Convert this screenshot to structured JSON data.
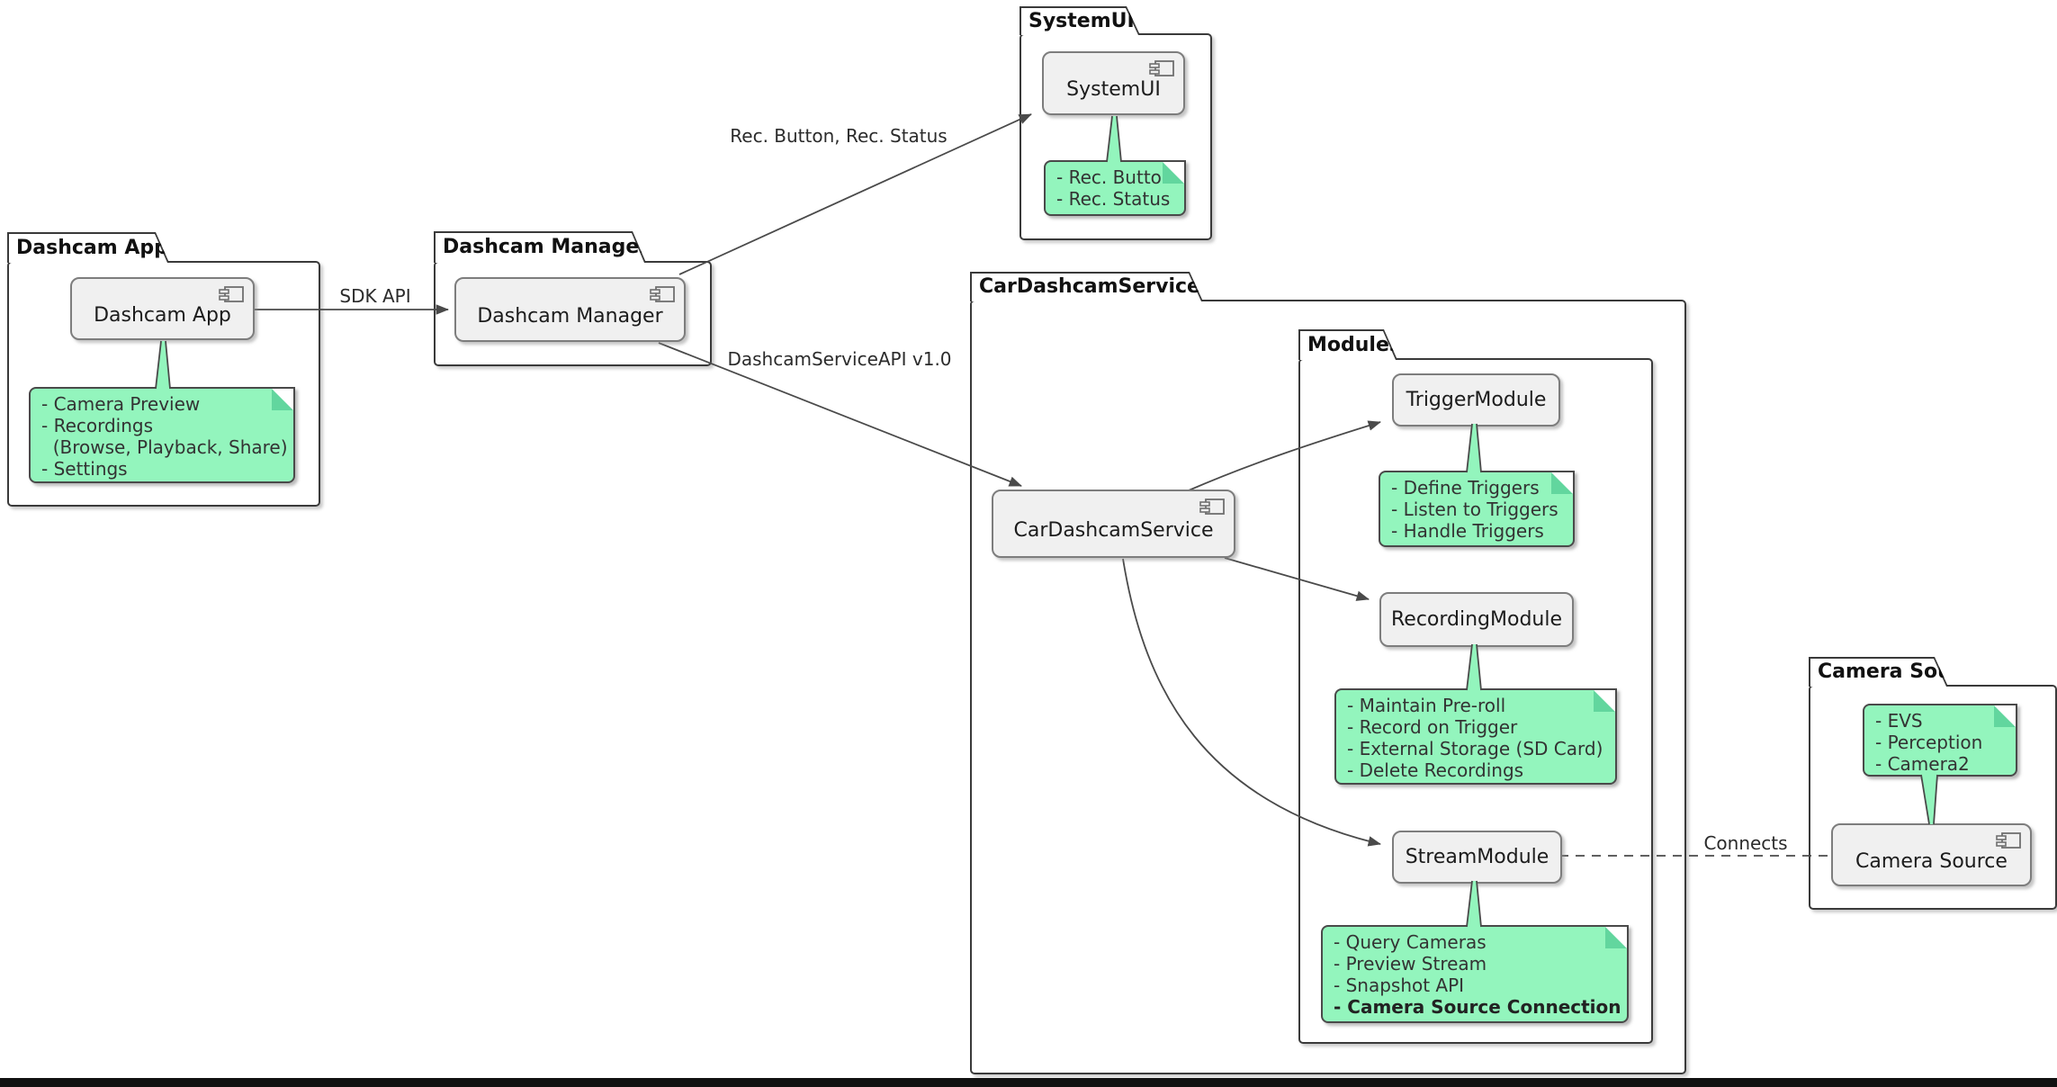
{
  "packages": {
    "dashcam_app": {
      "label": "Dashcam App"
    },
    "dashcam_manager": {
      "label": "Dashcam Manager"
    },
    "system_ui": {
      "label": "SystemUI"
    },
    "car_dashcam_service": {
      "label": "CarDashcamService"
    },
    "modules": {
      "label": "Modules"
    },
    "camera_source": {
      "label": "Camera Source"
    }
  },
  "components": {
    "dashcam_app": "Dashcam App",
    "dashcam_manager": "Dashcam Manager",
    "system_ui": "SystemUI",
    "car_dashcam_service": "CarDashcamService",
    "trigger_module": "TriggerModule",
    "recording_module": "RecordingModule",
    "stream_module": "StreamModule",
    "camera_source": "Camera Source"
  },
  "notes": {
    "dashcam_app": {
      "lines": [
        "- Camera Preview",
        "- Recordings",
        "  (Browse, Playback, Share)",
        "- Settings"
      ]
    },
    "system_ui": {
      "lines": [
        "- Rec. Button",
        "- Rec. Status"
      ]
    },
    "trigger_module": {
      "lines": [
        "- Define Triggers",
        "- Listen to Triggers",
        "- Handle Triggers"
      ]
    },
    "recording_module": {
      "lines": [
        "- Maintain Pre-roll",
        "- Record on Trigger",
        "- External Storage (SD Card)",
        "- Delete Recordings"
      ]
    },
    "stream_module": {
      "lines": [
        "- Query Cameras",
        "- Preview Stream",
        "- Snapshot API",
        "- Camera Source Connection"
      ]
    },
    "camera_source": {
      "lines": [
        "- EVS",
        "- Perception",
        "- Camera2"
      ]
    }
  },
  "edges": {
    "sdk_api": {
      "label": "SDK API"
    },
    "rec_button_status": {
      "label": "Rec. Button, Rec. Status"
    },
    "dashcam_service_api": {
      "label": "DashcamServiceAPI v1.0"
    },
    "connects": {
      "label": "Connects"
    }
  },
  "colors": {
    "note_fill": "#93f5bd",
    "note_border": "#4a4a4a",
    "component_fill": "#f0f0f0",
    "component_border": "#7d7d7d",
    "package_border": "#3a3a3a",
    "edge": "#4a4a4a",
    "bottom_bar": "#111111"
  }
}
